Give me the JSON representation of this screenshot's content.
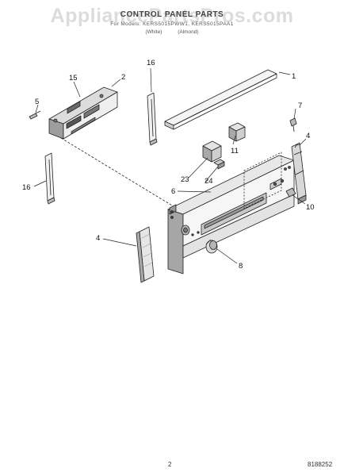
{
  "header": {
    "title": "CONTROL PANEL PARTS",
    "subtitle": "For Models: KERS5015PWW1, KERS5015PAA1",
    "variants": [
      "(White)",
      "(Almond)"
    ]
  },
  "watermark": "AppliancePartsPros.com",
  "callouts": {
    "c1": "1",
    "c2": "2",
    "c4a": "4",
    "c4b": "4",
    "c5": "5",
    "c6": "6",
    "c7": "7",
    "c8": "8",
    "c10": "10",
    "c11": "11",
    "c15": "15",
    "c16a": "16",
    "c16b": "16",
    "c23": "23",
    "c24": "24"
  },
  "footer": {
    "page_number": "2",
    "drawing_number": "8188252"
  }
}
